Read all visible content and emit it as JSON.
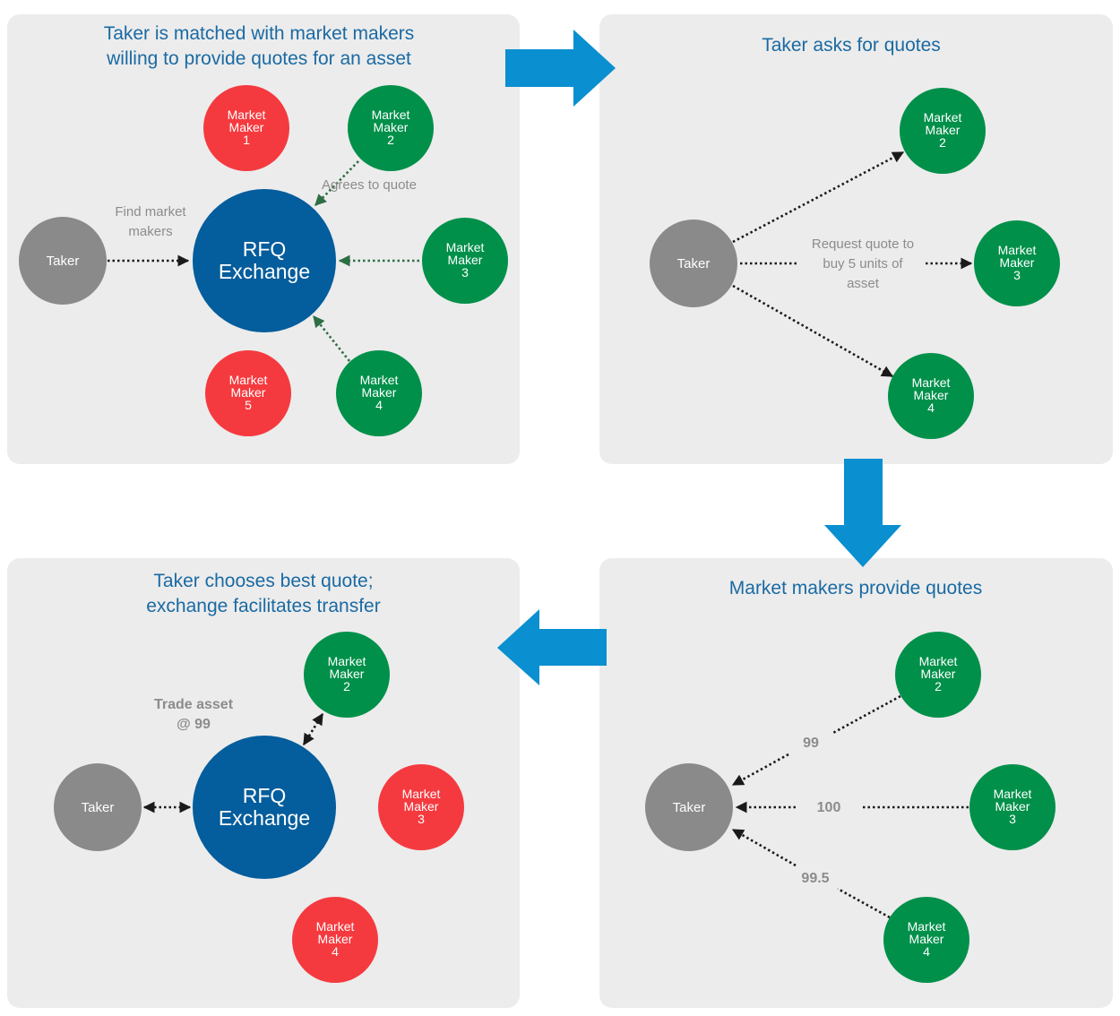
{
  "colors": {
    "panel_bg": "#ececec",
    "title_blue": "#1a6aa3",
    "exchange_blue": "#045d9c",
    "maker_green": "#00904a",
    "maker_red": "#f53a3f",
    "taker_grey": "#8a8a8a",
    "flow_arrow_blue": "#0a8fd0",
    "label_grey": "#8c8c8c"
  },
  "panels": {
    "match": {
      "title_line1": "Taker is matched with market makers",
      "title_line2": "willing to provide quotes for an asset",
      "taker": "Taker",
      "exchange_line1": "RFQ",
      "exchange_line2": "Exchange",
      "find_label_line1": "Find market",
      "find_label_line2": "makers",
      "agrees_label": "Agrees to quote",
      "makers": {
        "m1": [
          "Market",
          "Maker",
          "1"
        ],
        "m2": [
          "Market",
          "Maker",
          "2"
        ],
        "m3": [
          "Market",
          "Maker",
          "3"
        ],
        "m4": [
          "Market",
          "Maker",
          "4"
        ],
        "m5": [
          "Market",
          "Maker",
          "5"
        ]
      }
    },
    "ask": {
      "title": "Taker asks for quotes",
      "taker": "Taker",
      "request_line1": "Request quote to",
      "request_line2": "buy 5 units of",
      "request_line3": "asset",
      "makers": {
        "m2": [
          "Market",
          "Maker",
          "2"
        ],
        "m3": [
          "Market",
          "Maker",
          "3"
        ],
        "m4": [
          "Market",
          "Maker",
          "4"
        ]
      }
    },
    "quotes": {
      "title": "Market makers provide quotes",
      "taker": "Taker",
      "quote_m2": "99",
      "quote_m3": "100",
      "quote_m4": "99.5",
      "makers": {
        "m2": [
          "Market",
          "Maker",
          "2"
        ],
        "m3": [
          "Market",
          "Maker",
          "3"
        ],
        "m4": [
          "Market",
          "Maker",
          "4"
        ]
      }
    },
    "trade": {
      "title_line1": "Taker chooses best quote;",
      "title_line2": "exchange facilitates transfer",
      "taker": "Taker",
      "exchange_line1": "RFQ",
      "exchange_line2": "Exchange",
      "trade_line1": "Trade asset",
      "trade_line2": "@ 99",
      "makers": {
        "m2": [
          "Market",
          "Maker",
          "2"
        ],
        "m3": [
          "Market",
          "Maker",
          "3"
        ],
        "m4": [
          "Market",
          "Maker",
          "4"
        ]
      }
    }
  }
}
